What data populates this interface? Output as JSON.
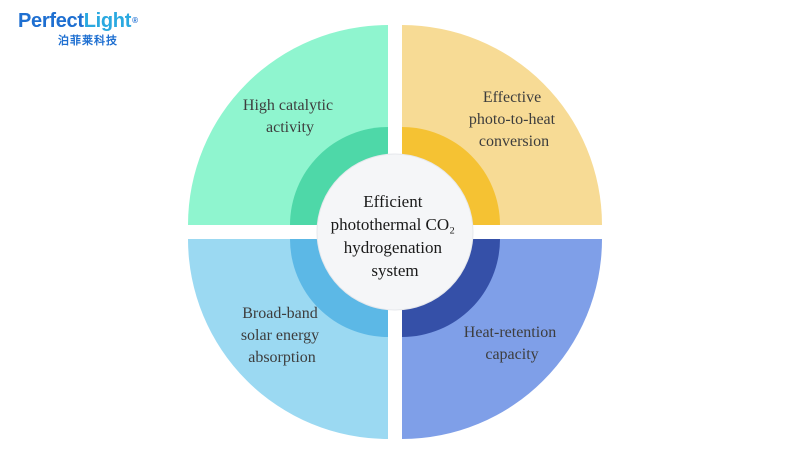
{
  "logo": {
    "brand_part1": "Perfect",
    "brand_part2": "Light",
    "registered": "®",
    "chinese": "泊菲莱科技"
  },
  "center": {
    "lines": [
      "Efficient",
      "photothermal CO₂",
      "hydrogenation",
      "system"
    ]
  },
  "quadrants": [
    {
      "id": "top-left",
      "lines": [
        "High catalytic",
        "activity"
      ],
      "color": "#8ff5cf",
      "ring_color": "#4ed8a8"
    },
    {
      "id": "top-right",
      "lines": [
        "Effective",
        "photo-to-heat",
        "conversion"
      ],
      "color": "#f7db95",
      "ring_color": "#f5c233"
    },
    {
      "id": "bottom-left",
      "lines": [
        "Broad-band",
        "solar energy",
        "absorption"
      ],
      "color": "#9bd9f2",
      "ring_color": "#5cb8e6"
    },
    {
      "id": "bottom-right",
      "lines": [
        "Heat-retention",
        "capacity"
      ],
      "color": "#7f9fe8",
      "ring_color": "#3550a8"
    }
  ]
}
